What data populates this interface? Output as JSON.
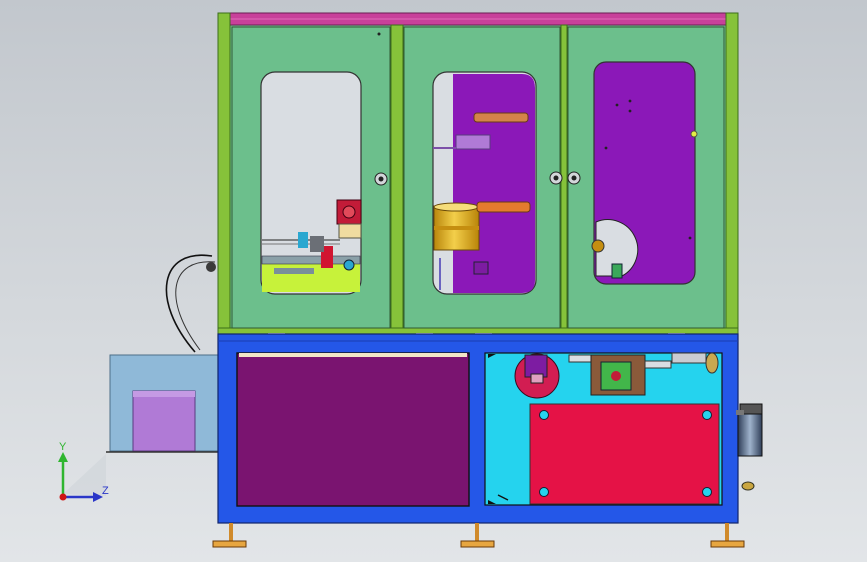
{
  "viewport": {
    "background_top": "#c2c7cd",
    "background_bottom": "#e2e5e8"
  },
  "triad": {
    "y_label": "Y",
    "z_label": "Z",
    "y_color": "#2fb52f",
    "z_color": "#2a36c8",
    "origin_color": "#d01515"
  },
  "colors": {
    "frame_green": "#6cbf8c",
    "frame_border": "#86c23a",
    "roof_magenta": "#c8409a",
    "base_blue": "#2457e8",
    "panel_purple": "#7a1470",
    "door_purple": "#8b18b8",
    "cyan_plate": "#25d3ee",
    "red_plate": "#e51246",
    "lime_bed": "#c7f23a",
    "light_blue_box": "#8fb9d8",
    "lavender": "#b07ad6",
    "gold": "#e8b21b",
    "orange_arm": "#e47b2e"
  },
  "model": {
    "name": "machine-assembly-front-view"
  }
}
